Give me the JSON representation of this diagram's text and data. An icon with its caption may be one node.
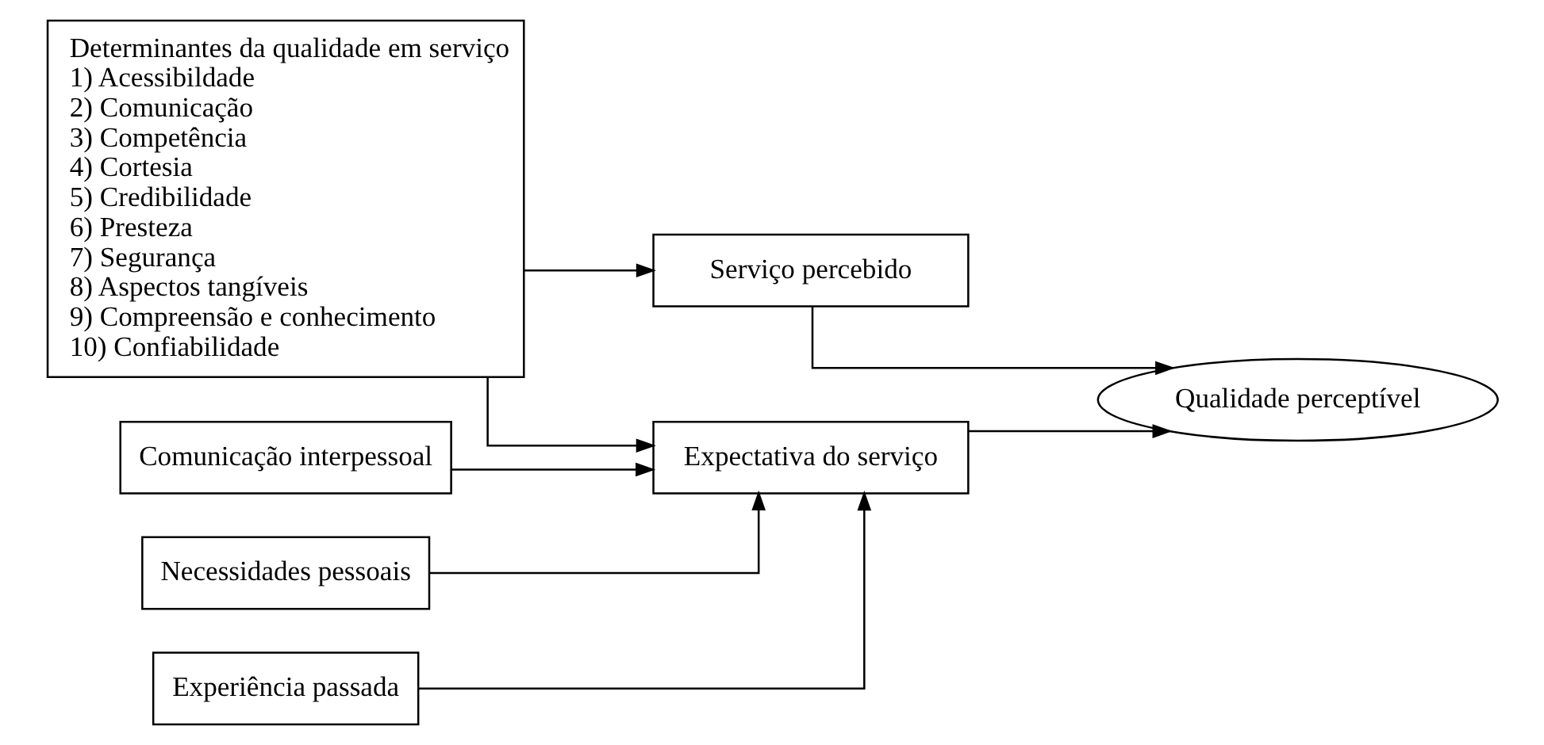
{
  "diagram": {
    "nodes": [
      {
        "text": [
          "Determinantes da qualidade em serviço",
          "1) Acessibildade",
          "2) Comunicação",
          "3) Competência",
          "4) Cortesia",
          "5) Credibilidade",
          "6) Presteza",
          "7) Segurança",
          "8) Aspectos tangíveis",
          "9) Compreensão e conhecimento",
          "10) Confiabilidade"
        ]
      },
      {
        "text": [
          "Comunicação interpessoal"
        ]
      },
      {
        "text": [
          "Necessidades pessoais"
        ]
      },
      {
        "text": [
          "Experiência passada"
        ]
      },
      {
        "text": [
          "Expectativa do serviço"
        ]
      },
      {
        "text": [
          "Serviço percebido"
        ]
      },
      {
        "text": [
          "Qualidade perceptível"
        ]
      }
    ],
    "edges": [
      {
        "from": 1,
        "to": 4,
        "arrow": "to"
      },
      {
        "from": 2,
        "to": 4,
        "arrow": "to"
      },
      {
        "from": 3,
        "to": 4,
        "arrow": "to"
      },
      {
        "from": 0,
        "to": 4,
        "arrow": "to"
      },
      {
        "from": 0,
        "to": 5,
        "arrow": "to"
      },
      {
        "from": 4,
        "to": 6,
        "arrow": "to"
      },
      {
        "from": 5,
        "to": 6,
        "arrow": "to"
      }
    ]
  }
}
